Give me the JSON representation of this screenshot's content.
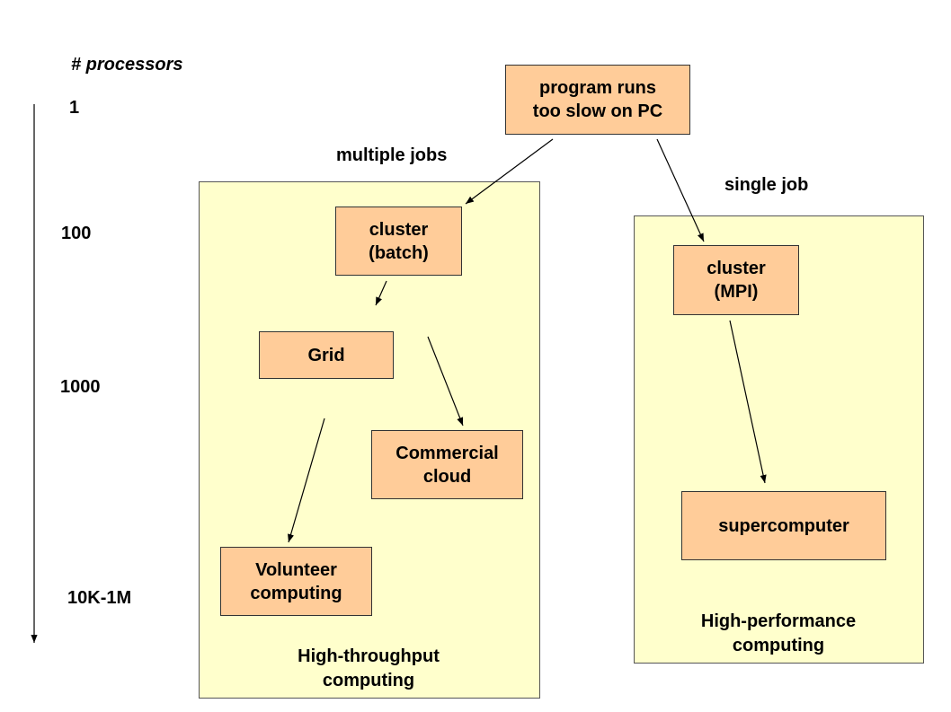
{
  "axis": {
    "title": "# processors",
    "ticks": [
      "1",
      "100",
      "1000",
      "10K-1M"
    ]
  },
  "edge_labels": {
    "multiple_jobs": "multiple jobs",
    "single_job": "single job"
  },
  "regions": {
    "htc": "High-throughput\ncomputing",
    "hpc": "High-performance\ncomputing"
  },
  "nodes": {
    "program": "program runs\ntoo slow on PC",
    "cluster_batch": "cluster\n(batch)",
    "grid": "Grid",
    "commercial_cloud": "Commercial\ncloud",
    "volunteer": "Volunteer\ncomputing",
    "cluster_mpi": "cluster\n(MPI)",
    "supercomputer": "supercomputer"
  },
  "colors": {
    "node_fill": "#ffcc99",
    "region_fill": "#ffffcc"
  }
}
